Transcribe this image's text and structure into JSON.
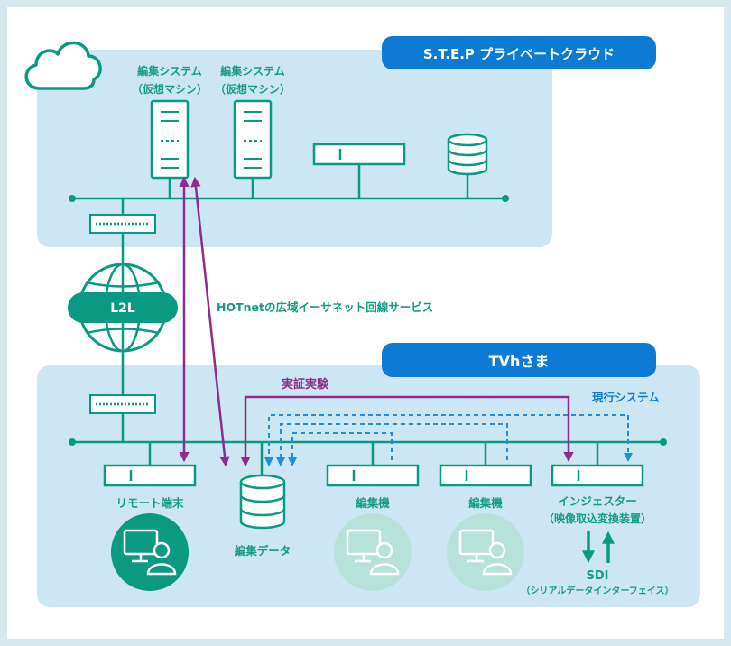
{
  "cloud_header": "S.T.E.P プライベートクラウド",
  "tv_header": "TVhさま",
  "vm1_label": [
    "編集システム",
    "（仮想マシン）"
  ],
  "vm2_label": [
    "編集システム",
    "（仮想マシン）"
  ],
  "l2l_label": "L2L",
  "network_service_label": "HOTnetの広域イーサネット回線サービス",
  "verification_label": "実証実験",
  "current_system_label": "現行システム",
  "remote_terminal_label": "リモート端末",
  "edit_data_label": "編集データ",
  "editor1_label": "編集機",
  "editor2_label": "編集機",
  "ingester_label": [
    "インジェスター",
    "（映像取込変換装置）"
  ],
  "sdi_label": "SDI",
  "sdi_sub_label": "（シリアルデータインターフェイス）",
  "colors": {
    "frame_border": "#d5e8ee",
    "zone_fill": "#cde6f4",
    "teal": "#0a9a83",
    "teal_light": "#b7e2da",
    "header_blue": "#0d7bd4",
    "purple": "#8e2b8c",
    "dashed_blue": "#1e8fe0",
    "text_teal": "#149c84"
  }
}
